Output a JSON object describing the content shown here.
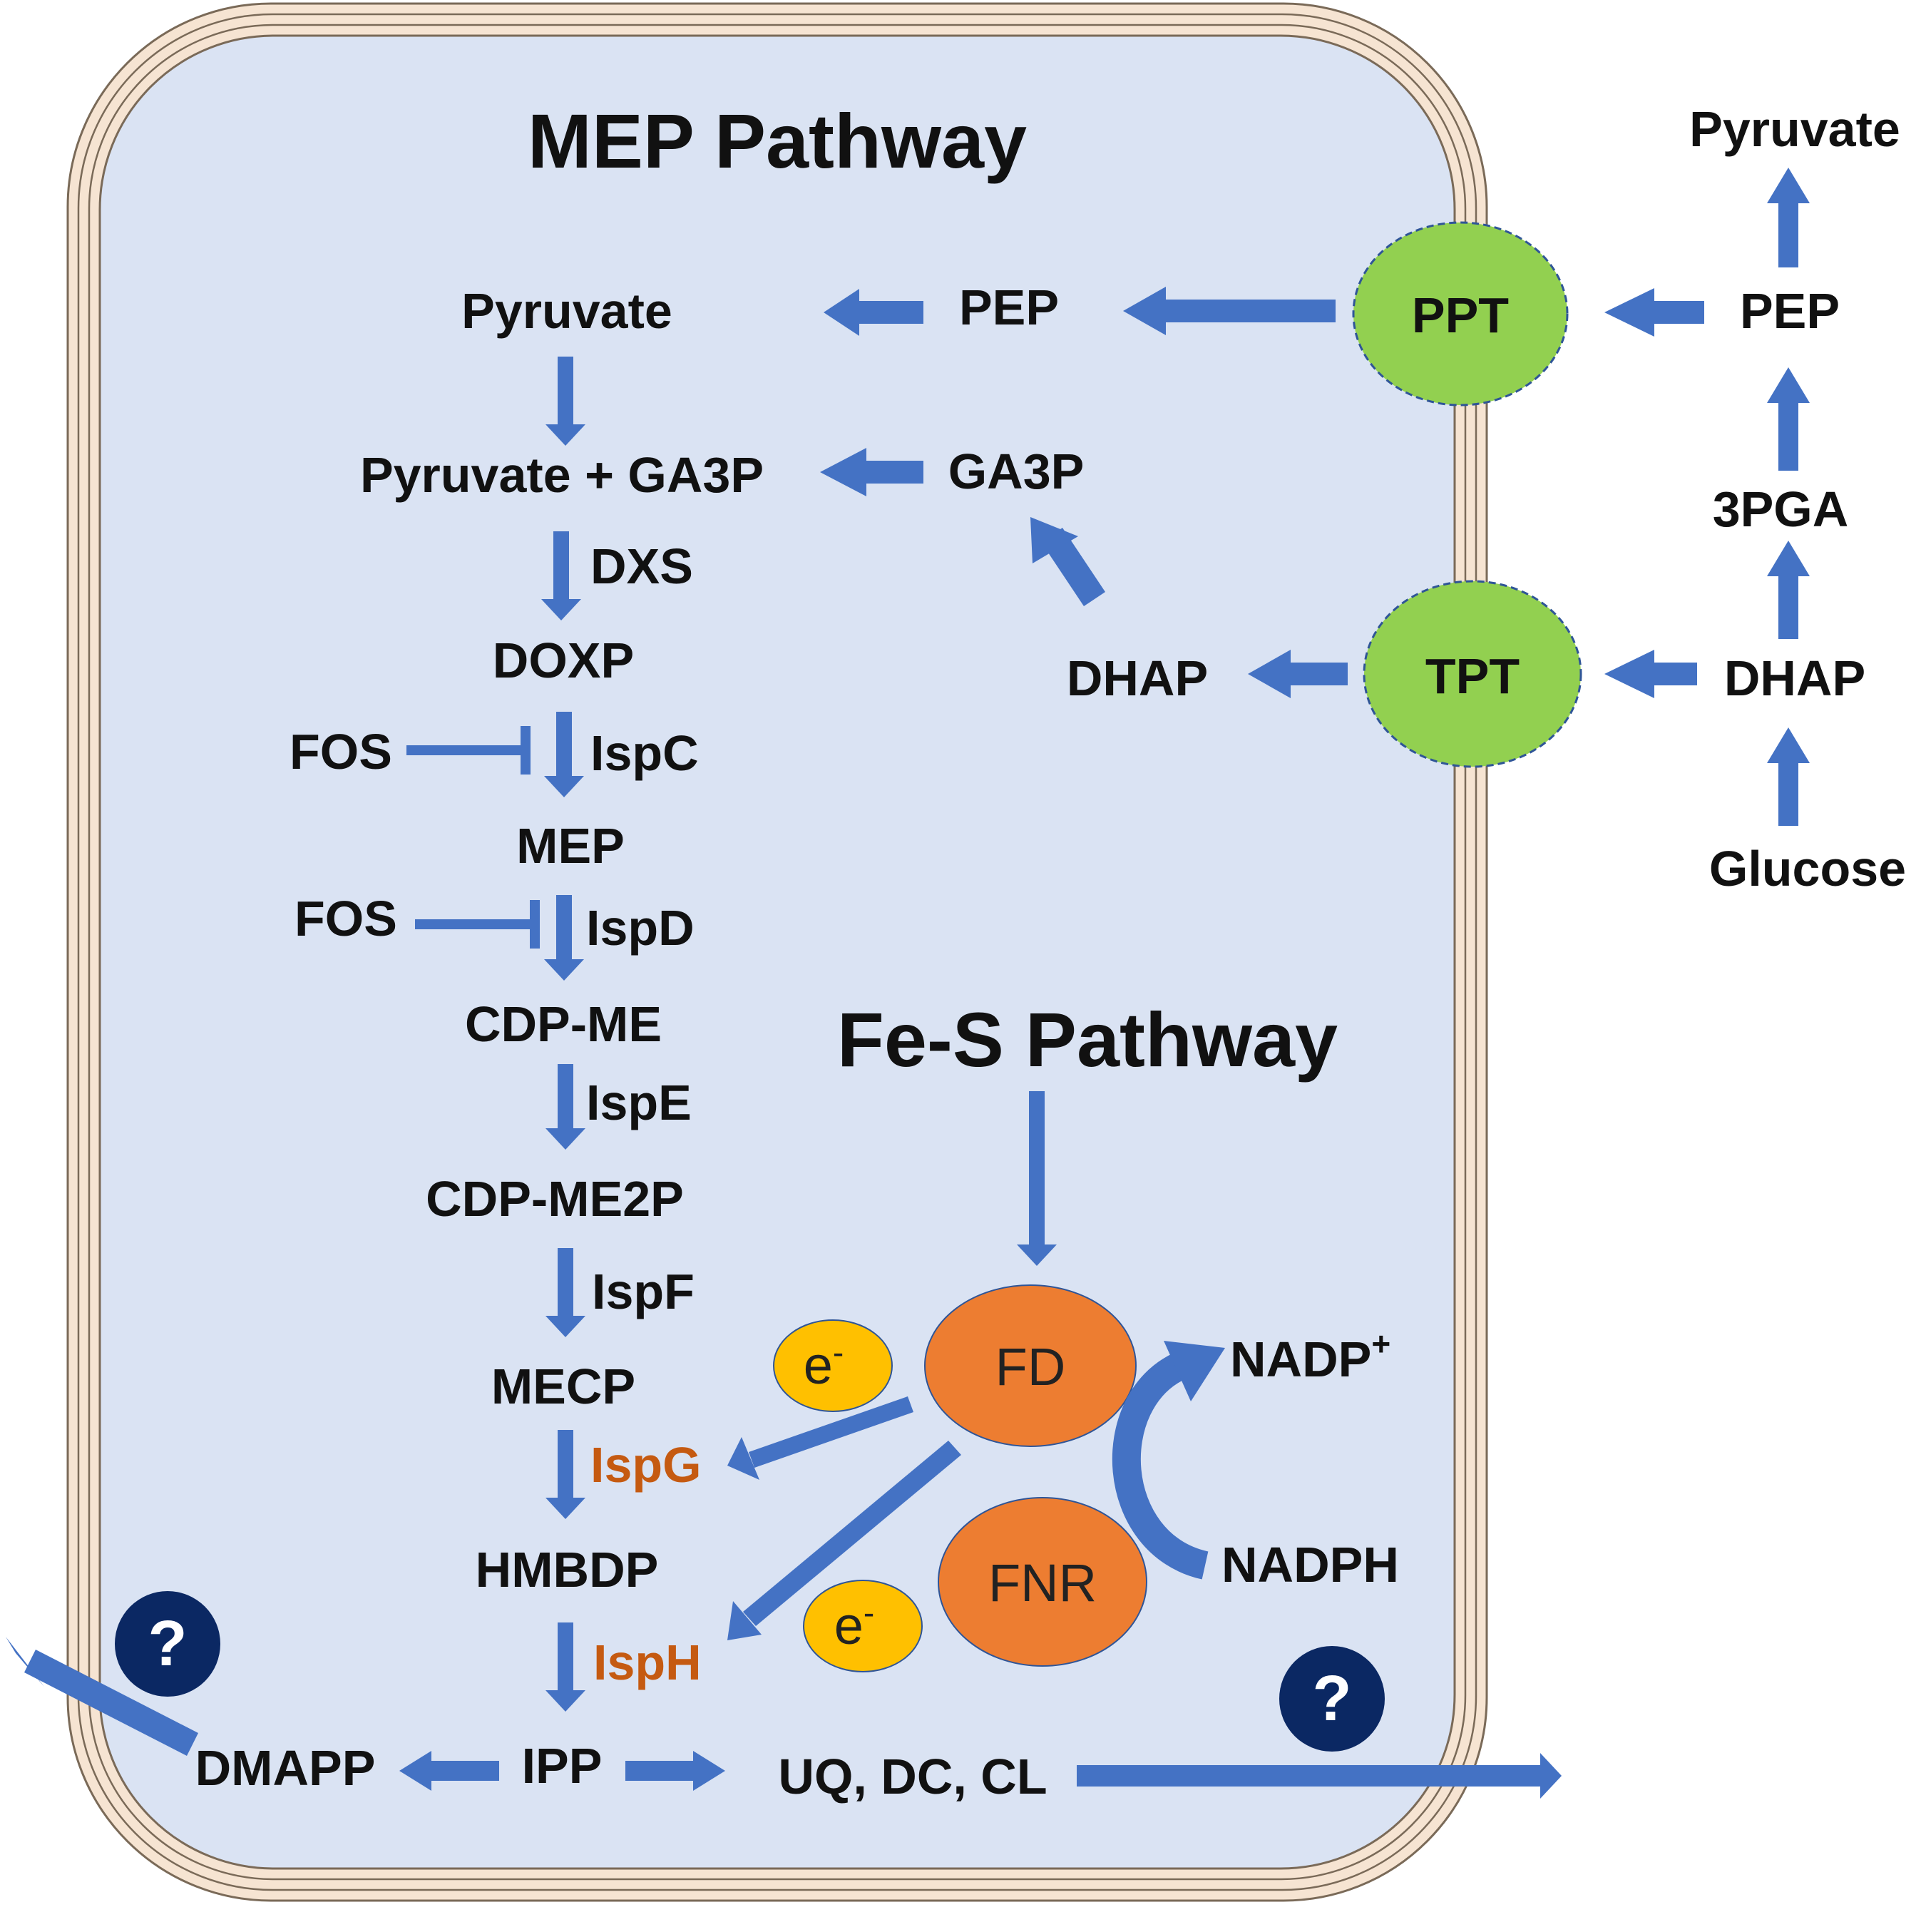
{
  "colors": {
    "membrane_fill": "#dae3f3",
    "membrane_stroke": "#7a6a58",
    "membrane_band": "#f6e4d2",
    "arrow": "#4472c4",
    "transporter": "#92d050",
    "fd_fnr": "#ed7d31",
    "electron": "#ffc000",
    "question": "#0b2863",
    "highlight_enzyme": "#c55a11",
    "text": "#111111"
  },
  "titles": {
    "mep": "MEP Pathway",
    "fes": "Fe-S Pathway"
  },
  "mep_chain": {
    "pyruvate": "Pyruvate",
    "pyruvate_ga3p": "Pyruvate + GA3P",
    "dxs": "DXS",
    "doxp": "DOXP",
    "ispc": "IspC",
    "mep": "MEP",
    "ispd": "IspD",
    "cdp_me": "CDP-ME",
    "ispe": "IspE",
    "cdp_me2p": "CDP-ME2P",
    "ispf": "IspF",
    "mecp": "MECP",
    "ispg": "IspG",
    "hmbdp": "HMBDP",
    "isph": "IspH",
    "ipp": "IPP",
    "dmapp": "DMAPP",
    "uq_dc_cl": "UQ, DC, CL"
  },
  "inhibitors": {
    "fos_1": "FOS",
    "fos_2": "FOS"
  },
  "inner_import": {
    "pep": "PEP",
    "ga3p": "GA3P",
    "dhap": "DHAP"
  },
  "transporters": {
    "ppt": "PPT",
    "tpt": "TPT"
  },
  "cytosol": {
    "pyruvate": "Pyruvate",
    "pep": "PEP",
    "pga": "3PGA",
    "dhap": "DHAP",
    "glucose": "Glucose"
  },
  "fes_pathway": {
    "fd": "FD",
    "fnr": "FNR",
    "electron_1": "e",
    "electron_2": "e",
    "electron_charge": "-",
    "nadp": "NADP",
    "nadp_charge": "+",
    "nadph": "NADPH"
  },
  "unknown_export": {
    "left": "?",
    "right": "?"
  }
}
